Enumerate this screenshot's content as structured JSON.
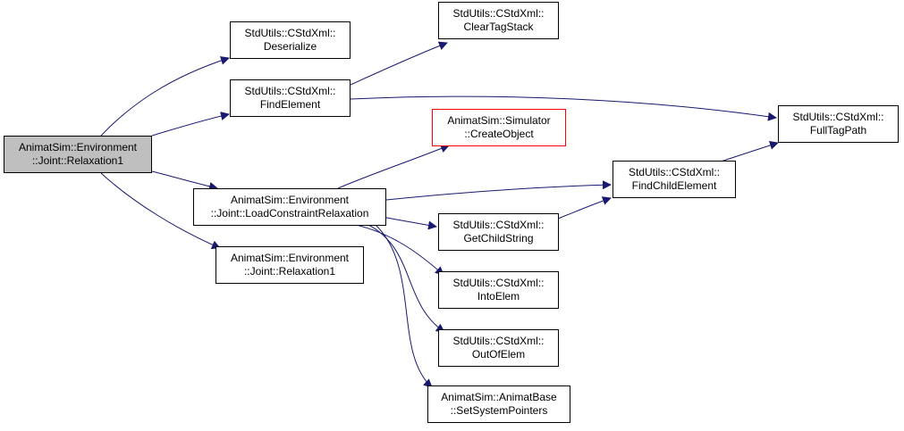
{
  "colors": {
    "edge": "#191970",
    "root_fill": "#bfbfbf",
    "highlight_border": "#ff0000",
    "node_border": "#000000"
  },
  "nodes": {
    "root": {
      "line1": "AnimatSim::Environment",
      "line2": "::Joint::Relaxation1"
    },
    "deserialize": {
      "line1": "StdUtils::CStdXml::",
      "line2": "Deserialize"
    },
    "find_element": {
      "line1": "StdUtils::CStdXml::",
      "line2": "FindElement"
    },
    "load_constraint": {
      "line1": "AnimatSim::Environment",
      "line2": "::Joint::LoadConstraintRelaxation"
    },
    "relaxation1": {
      "line1": "AnimatSim::Environment",
      "line2": "::Joint::Relaxation1"
    },
    "clear_tag_stack": {
      "line1": "StdUtils::CStdXml::",
      "line2": "ClearTagStack"
    },
    "create_object": {
      "line1": "AnimatSim::Simulator",
      "line2": "::CreateObject"
    },
    "full_tag_path": {
      "line1": "StdUtils::CStdXml::",
      "line2": "FullTagPath"
    },
    "find_child_element": {
      "line1": "StdUtils::CStdXml::",
      "line2": "FindChildElement"
    },
    "get_child_string": {
      "line1": "StdUtils::CStdXml::",
      "line2": "GetChildString"
    },
    "into_elem": {
      "line1": "StdUtils::CStdXml::",
      "line2": "IntoElem"
    },
    "out_of_elem": {
      "line1": "StdUtils::CStdXml::",
      "line2": "OutOfElem"
    },
    "set_system_pointers": {
      "line1": "AnimatSim::AnimatBase",
      "line2": "::SetSystemPointers"
    }
  }
}
